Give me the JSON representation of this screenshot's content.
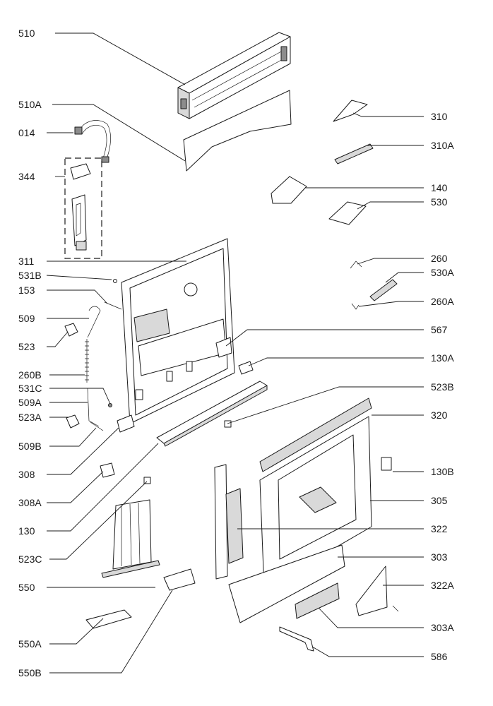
{
  "labels_left": [
    "510",
    "510A",
    "014",
    "344",
    "311",
    "531B",
    "153",
    "509",
    "523",
    "260B",
    "531C",
    "509A",
    "523A",
    "509B",
    "308",
    "308A",
    "130",
    "523C",
    "550",
    "550A",
    "550B"
  ],
  "labels_right": [
    "310",
    "310A",
    "140",
    "530",
    "260",
    "530A",
    "260A",
    "567",
    "130A",
    "523B",
    "320",
    "130B",
    "305",
    "322",
    "303",
    "322A",
    "303A",
    "586"
  ]
}
